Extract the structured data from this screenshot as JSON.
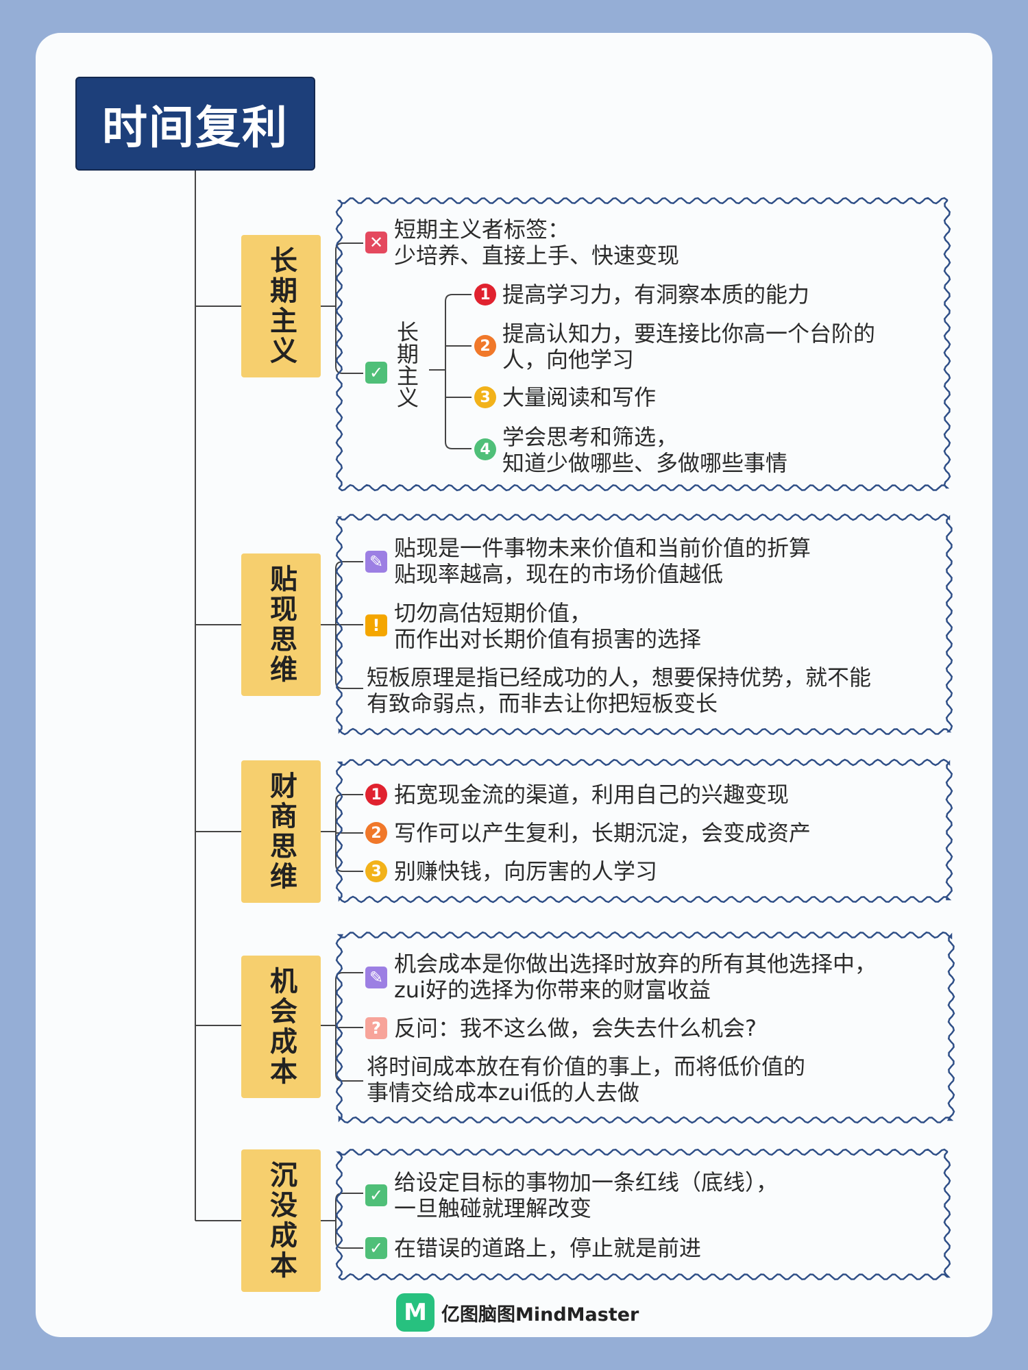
{
  "title": "时间复利",
  "colors": {
    "title_bg": "#1d3f7a",
    "category_bg": "#f6cf6e",
    "border": "#2f4f87",
    "n1": "#e0222f",
    "n2": "#f0782a",
    "n3": "#f2b21a",
    "n4": "#4fbf78",
    "check": "#4fbf78",
    "cross": "#e4495e",
    "pencil": "#9c7fe3",
    "warn": "#f4a600",
    "question": "#f7a49a"
  },
  "branches": [
    {
      "label": "长期主义",
      "items": [
        {
          "icon": "cross-icon",
          "text": [
            "短期主义者标签：",
            "少培养、直接上手、快速变现"
          ]
        },
        {
          "icon": "check-icon",
          "sub_label": "长期主义",
          "subitems": [
            {
              "num": "1",
              "text": [
                "提高学习力，有洞察本质的能力"
              ]
            },
            {
              "num": "2",
              "text": [
                "提高认知力，要连接比你高一个台阶的",
                "人，向他学习"
              ]
            },
            {
              "num": "3",
              "text": [
                "大量阅读和写作"
              ]
            },
            {
              "num": "4",
              "text": [
                "学会思考和筛选，",
                "知道少做哪些、多做哪些事情"
              ]
            }
          ]
        }
      ]
    },
    {
      "label": "贴现思维",
      "items": [
        {
          "icon": "pencil-icon",
          "text": [
            "贴现是一件事物未来价值和当前价值的折算",
            "贴现率越高，现在的市场价值越低"
          ]
        },
        {
          "icon": "warning-icon",
          "text": [
            "切勿高估短期价值，",
            "而作出对长期价值有损害的选择"
          ]
        },
        {
          "icon": "",
          "text": [
            "短板原理是指已经成功的人，想要保持优势，就不能",
            "有致命弱点，而非去让你把短板变长"
          ]
        }
      ]
    },
    {
      "label": "财商思维",
      "items": [
        {
          "num": "1",
          "text": [
            "拓宽现金流的渠道，利用自己的兴趣变现"
          ]
        },
        {
          "num": "2",
          "text": [
            "写作可以产生复利，长期沉淀，会变成资产"
          ]
        },
        {
          "num": "3",
          "text": [
            "别赚快钱，向厉害的人学习"
          ]
        }
      ]
    },
    {
      "label": "机会成本",
      "items": [
        {
          "icon": "pencil-icon",
          "text": [
            "机会成本是你做出选择时放弃的所有其他选择中，",
            "zui好的选择为你带来的财富收益"
          ]
        },
        {
          "icon": "question-icon",
          "text": [
            "反问：我不这么做，会失去什么机会?"
          ]
        },
        {
          "icon": "",
          "text": [
            "将时间成本放在有价值的事上，而将低价值的",
            "事情交给成本zui低的人去做"
          ]
        }
      ]
    },
    {
      "label": "沉没成本",
      "items": [
        {
          "icon": "check-icon",
          "text": [
            "给设定目标的事物加一条红线（底线），",
            "一旦触碰就理解改变"
          ]
        },
        {
          "icon": "check-icon",
          "text": [
            "在错误的道路上，停止就是前进"
          ]
        }
      ]
    }
  ],
  "logo": {
    "mark": "M",
    "text": "亿图脑图MindMaster"
  }
}
